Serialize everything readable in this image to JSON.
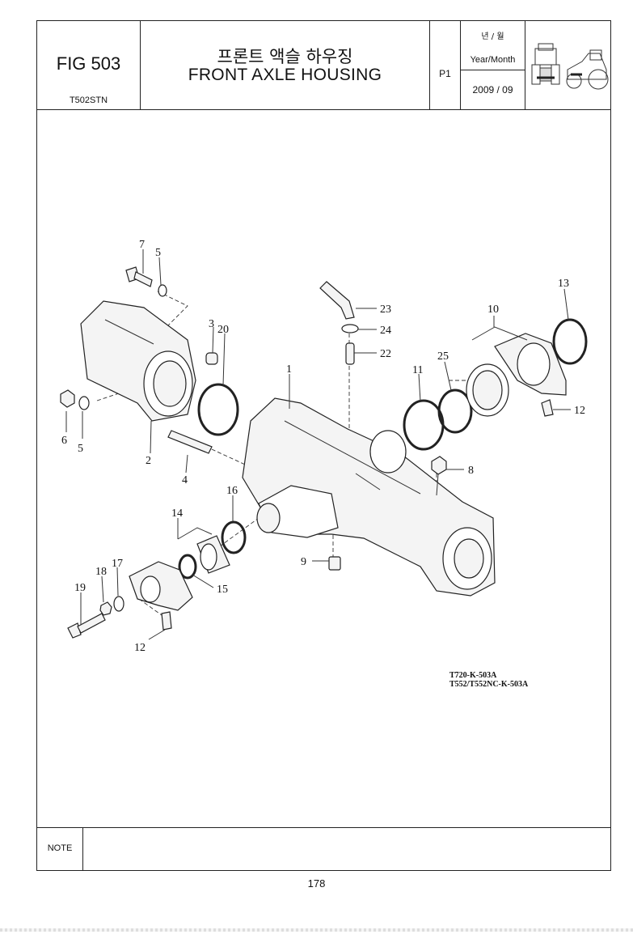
{
  "header": {
    "fig_no": "FIG 503",
    "model": "T502STN",
    "title_ko": "프론트 액슬 하우징",
    "title_en": "FRONT AXLE HOUSING",
    "page_code": "P1",
    "ym_label_ko": "년 / 월",
    "ym_label_en": "Year/Month",
    "ym_value": "2009 / 09"
  },
  "drawing_codes": [
    "T720-K-503A",
    "T552/T552NC-K-503A"
  ],
  "callouts": {
    "c1": "1",
    "c2": "2",
    "c3": "3",
    "c4": "4",
    "c5a": "5",
    "c5b": "5",
    "c6": "6",
    "c7": "7",
    "c8": "8",
    "c9": "9",
    "c10": "10",
    "c11": "11",
    "c12a": "12",
    "c12b": "12",
    "c13": "13",
    "c14": "14",
    "c15": "15",
    "c16": "16",
    "c17": "17",
    "c18": "18",
    "c19": "19",
    "c20": "20",
    "c22": "22",
    "c23": "23",
    "c24": "24",
    "c25": "25"
  },
  "note_label": "NOTE",
  "note_text": "",
  "page_number": "178"
}
